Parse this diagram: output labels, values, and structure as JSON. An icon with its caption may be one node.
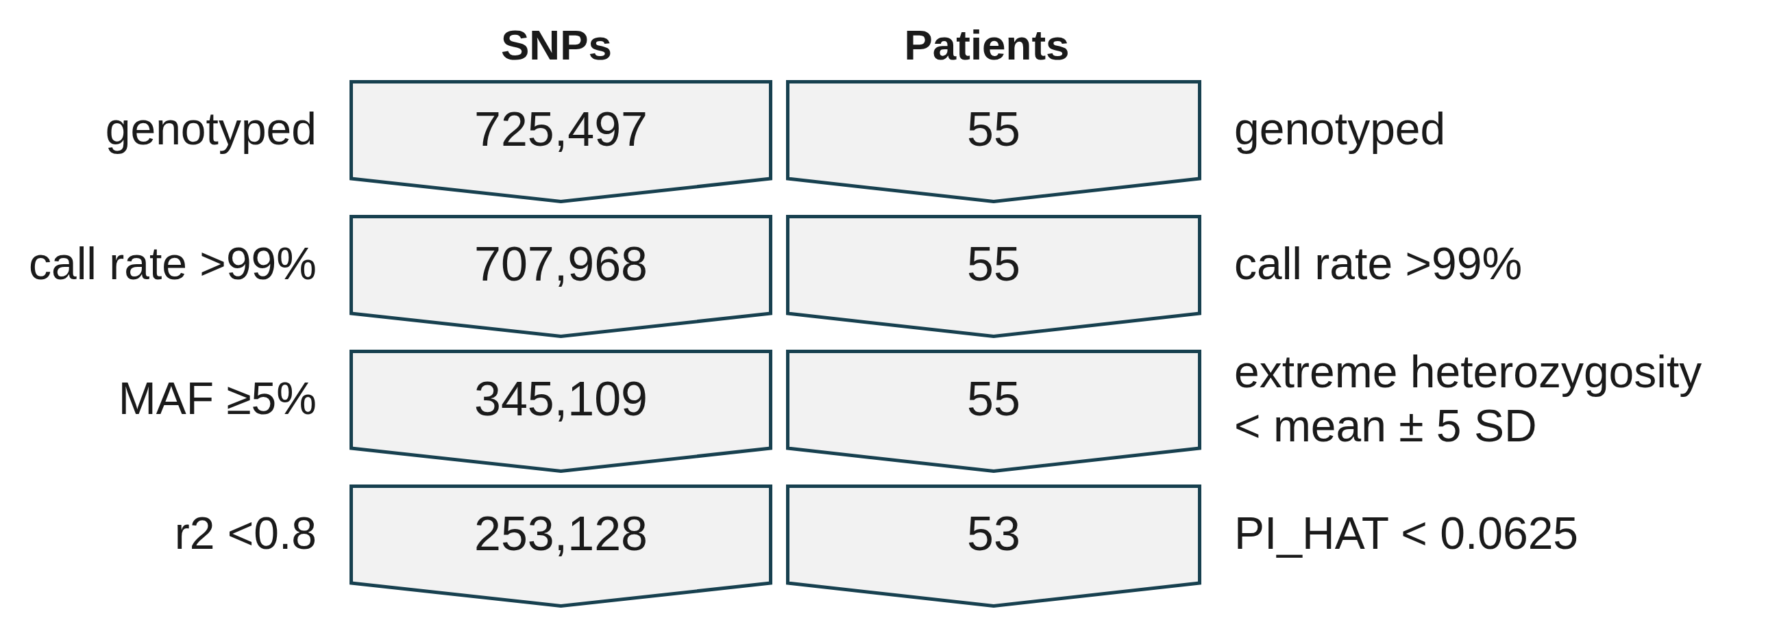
{
  "diagram": {
    "nodes": [
      {
        "text": [
          "725,497"
        ],
        "beside": [
          "genotyped"
        ]
      },
      {
        "text": [
          "55"
        ],
        "beside": [
          "genotyped"
        ]
      },
      {
        "text": [
          "707,968"
        ],
        "beside": [
          "call rate >99%"
        ]
      },
      {
        "text": [
          "55"
        ],
        "beside": [
          "call rate >99%"
        ]
      },
      {
        "text": [
          "345,109"
        ],
        "beside": [
          "MAF ≥5%"
        ]
      },
      {
        "text": [
          "55"
        ],
        "beside": [
          "extreme heterozygosity < mean ± 5 SD"
        ]
      },
      {
        "text": [
          "253,128"
        ],
        "beside": [
          "r2 <0.8"
        ]
      },
      {
        "text": [
          "53"
        ],
        "beside": [
          "PI_HAT < 0.0625"
        ]
      }
    ],
    "labels": [
      "SNPs",
      "Patients"
    ]
  }
}
